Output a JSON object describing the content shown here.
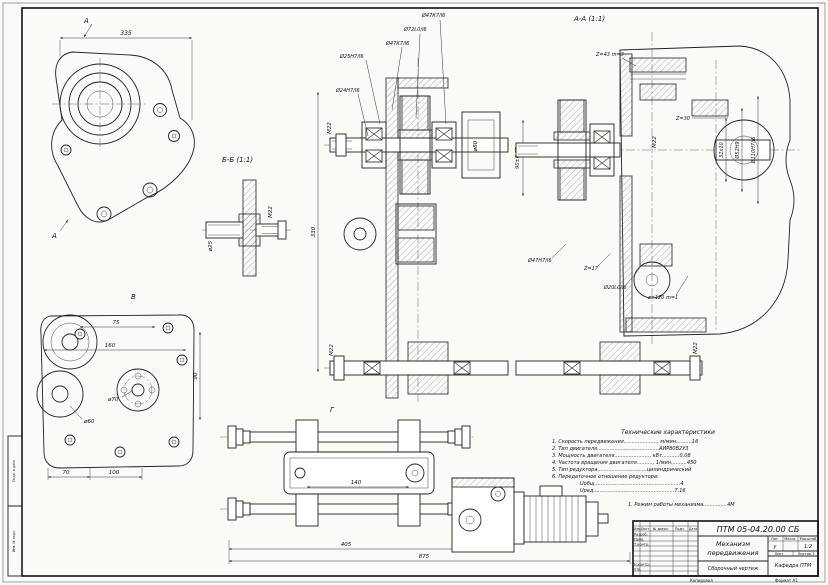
{
  "labels": {
    "view_a_top": "А",
    "view_a_bottom": "А",
    "view_v": "В",
    "view_g": "Г",
    "section_bb": "Б-Б (1:1)",
    "section_aa": "А-А (1:1)"
  },
  "housing": {
    "dim_335": "335"
  },
  "plate": {
    "dim_75": "75",
    "dim_160": "160",
    "dim_90": "90",
    "dia_70": "ø70",
    "dia_60": "ø60",
    "dim_70": "70",
    "dim_100": "100"
  },
  "bb": {
    "dia_25": "ø25",
    "m22": "М22"
  },
  "main": {
    "d25h7": "Ø25Н7/l6",
    "d47k7_a": "Ø47К7/l6",
    "d72l0": "Ø72L0/l6",
    "d47k7_b": "Ø47К7/l6",
    "d24h7": "Ø24Н7/l6",
    "m22_left": "М22",
    "dia80": "ø80",
    "dim330": "330",
    "m22_bottom": "М22"
  },
  "mid": {
    "dim90": "90±0,05",
    "d47h7": "Ø47Н7/l6",
    "z17": "Z=17",
    "d20l0": "Ø20L0/l6",
    "z120": "z=120 m=1"
  },
  "aa": {
    "z43": "Z=43 m=3",
    "z30": "Z=30",
    "m22_mid": "М22",
    "dim32x10": "32х10",
    "d52h9": "Ø52Н9",
    "d110h7": "Ø110Н7/l6",
    "m22_bottom": "М22"
  },
  "plan": {
    "dim140": "140",
    "dim405": "405",
    "dim875": "875"
  },
  "tech": {
    "title": "Технические характеристики",
    "items": [
      "1. Скорость передвижения....................., м/мин..........16",
      "2. Тип двигателя.......................................АИР80В2У3",
      "3. Мощность двигателя......................, кВт...........0,08",
      "4. Частота вращения двигателя.........., 1/мин..........450",
      "5. Тип редуктора...............................цилиндрический",
      "6. Передаточное отношение редуктора:",
      "Uобщ......................................................4",
      "Uред...................................................7,16"
    ],
    "note": "1. Режим работы механизма...............4М"
  },
  "titleblock": {
    "doc_number": "ПТМ 05-04.20.00 СБ",
    "name1": "Механизм",
    "name2": "передвижения",
    "doc_type": "Сборочный чертеж",
    "col_izm": "Изм.",
    "col_list": "Лист",
    "col_doc": "№ докум.",
    "col_podp": "Подп.",
    "col_data": "Дата",
    "row_razrab": "Разраб.",
    "row_prov": "Пров.",
    "row_tkontr": "Т.контр.",
    "row_nkontr": "Н.контр.",
    "row_utv": "Утв.",
    "lit_label": "Лит.",
    "mass_label": "Масса",
    "scale_label": "Масштаб",
    "lit_value": "у",
    "scale_value": "1:2",
    "sheet_label": "Лист",
    "sheets_label": "Листов 1",
    "org": "Кафедра ПТМ",
    "kopiroval": "Копировал",
    "format": "Формат А1"
  },
  "strip": {
    "s1": "Инв. № подл.",
    "s2": "Подп. и дата"
  }
}
